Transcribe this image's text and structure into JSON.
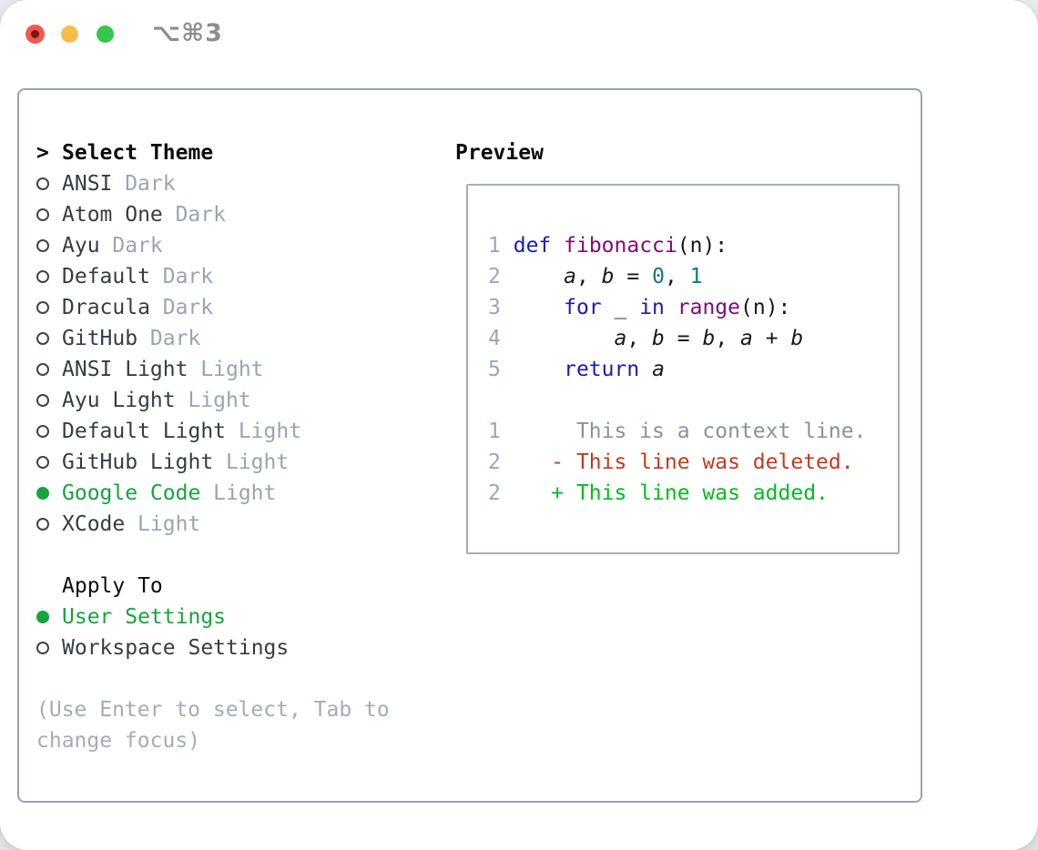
{
  "window": {
    "title": "⌥⌘3"
  },
  "colors": {
    "accent_green": "#16a53f",
    "panel_border": "#99a2ad",
    "preview_border": "#a6aeb9",
    "text_strong": "#0b0d11",
    "text_item": "#363c46",
    "text_muted": "#9aa4b2",
    "hint": "#a3acba",
    "ring": "#3f444d",
    "title_gray": "#8d8d92",
    "traffic_red": "#f2594e",
    "traffic_red_dot": "#7c150c",
    "traffic_yellow": "#f6bd4e",
    "traffic_green": "#36c64c",
    "syntax": {
      "keyword": "#1b1bb3",
      "function": "#7e0c7e",
      "literal": "#0e7a7a",
      "plain": "#16191f",
      "line_number": "#9ca6b4",
      "context": "#8b919c",
      "deleted": "#c33a1e",
      "added": "#00bd1f"
    }
  },
  "left_panel": {
    "header": {
      "marker": ">",
      "label": "Select Theme"
    },
    "themes": [
      {
        "name": "ANSI",
        "variant": "Dark",
        "selected": false
      },
      {
        "name": "Atom One",
        "variant": "Dark",
        "selected": false
      },
      {
        "name": "Ayu",
        "variant": "Dark",
        "selected": false
      },
      {
        "name": "Default",
        "variant": "Dark",
        "selected": false
      },
      {
        "name": "Dracula",
        "variant": "Dark",
        "selected": false
      },
      {
        "name": "GitHub",
        "variant": "Dark",
        "selected": false
      },
      {
        "name": "ANSI Light",
        "variant": "Light",
        "selected": false
      },
      {
        "name": "Ayu Light",
        "variant": "Light",
        "selected": false
      },
      {
        "name": "Default Light",
        "variant": "Light",
        "selected": false
      },
      {
        "name": "GitHub Light",
        "variant": "Light",
        "selected": false
      },
      {
        "name": "Google Code",
        "variant": "Light",
        "selected": true
      },
      {
        "name": "XCode",
        "variant": "Light",
        "selected": false
      }
    ],
    "apply_to": {
      "label": "Apply To",
      "options": [
        {
          "name": "User Settings",
          "selected": true
        },
        {
          "name": "Workspace Settings",
          "selected": false
        }
      ]
    },
    "hint": "(Use Enter to select, Tab to change focus)"
  },
  "preview": {
    "label": "Preview",
    "lines": [
      {
        "num": "1",
        "segs": [
          {
            "t": " ",
            "c": "plain"
          },
          {
            "t": "def",
            "c": "kw"
          },
          {
            "t": " ",
            "c": "plain"
          },
          {
            "t": "fibonacci",
            "c": "fn"
          },
          {
            "t": "(n):",
            "c": "plain"
          }
        ]
      },
      {
        "num": "2",
        "segs": [
          {
            "t": "     ",
            "c": "plain"
          },
          {
            "t": "a",
            "c": "var"
          },
          {
            "t": ", ",
            "c": "plain"
          },
          {
            "t": "b",
            "c": "var"
          },
          {
            "t": " = ",
            "c": "plain"
          },
          {
            "t": "0",
            "c": "lit"
          },
          {
            "t": ", ",
            "c": "plain"
          },
          {
            "t": "1",
            "c": "lit"
          }
        ]
      },
      {
        "num": "3",
        "segs": [
          {
            "t": "     ",
            "c": "plain"
          },
          {
            "t": "for",
            "c": "kw"
          },
          {
            "t": " _ ",
            "c": "plain"
          },
          {
            "t": "in",
            "c": "kw"
          },
          {
            "t": " ",
            "c": "plain"
          },
          {
            "t": "range",
            "c": "fn"
          },
          {
            "t": "(n):",
            "c": "plain"
          }
        ]
      },
      {
        "num": "4",
        "segs": [
          {
            "t": "         ",
            "c": "plain"
          },
          {
            "t": "a",
            "c": "var"
          },
          {
            "t": ", ",
            "c": "plain"
          },
          {
            "t": "b",
            "c": "var"
          },
          {
            "t": " = ",
            "c": "plain"
          },
          {
            "t": "b",
            "c": "var"
          },
          {
            "t": ", ",
            "c": "plain"
          },
          {
            "t": "a",
            "c": "var"
          },
          {
            "t": " + ",
            "c": "plain"
          },
          {
            "t": "b",
            "c": "var"
          }
        ]
      },
      {
        "num": "5",
        "segs": [
          {
            "t": "     ",
            "c": "plain"
          },
          {
            "t": "return",
            "c": "kw"
          },
          {
            "t": " ",
            "c": "plain"
          },
          {
            "t": "a",
            "c": "var"
          }
        ]
      },
      {
        "num": "",
        "segs": []
      },
      {
        "num": "1",
        "segs": [
          {
            "t": "      This is a context line.",
            "c": "ctx"
          }
        ]
      },
      {
        "num": "2",
        "segs": [
          {
            "t": "    - This line was deleted.",
            "c": "del"
          }
        ]
      },
      {
        "num": "2",
        "segs": [
          {
            "t": "    + This line was added.",
            "c": "add"
          }
        ]
      }
    ]
  }
}
